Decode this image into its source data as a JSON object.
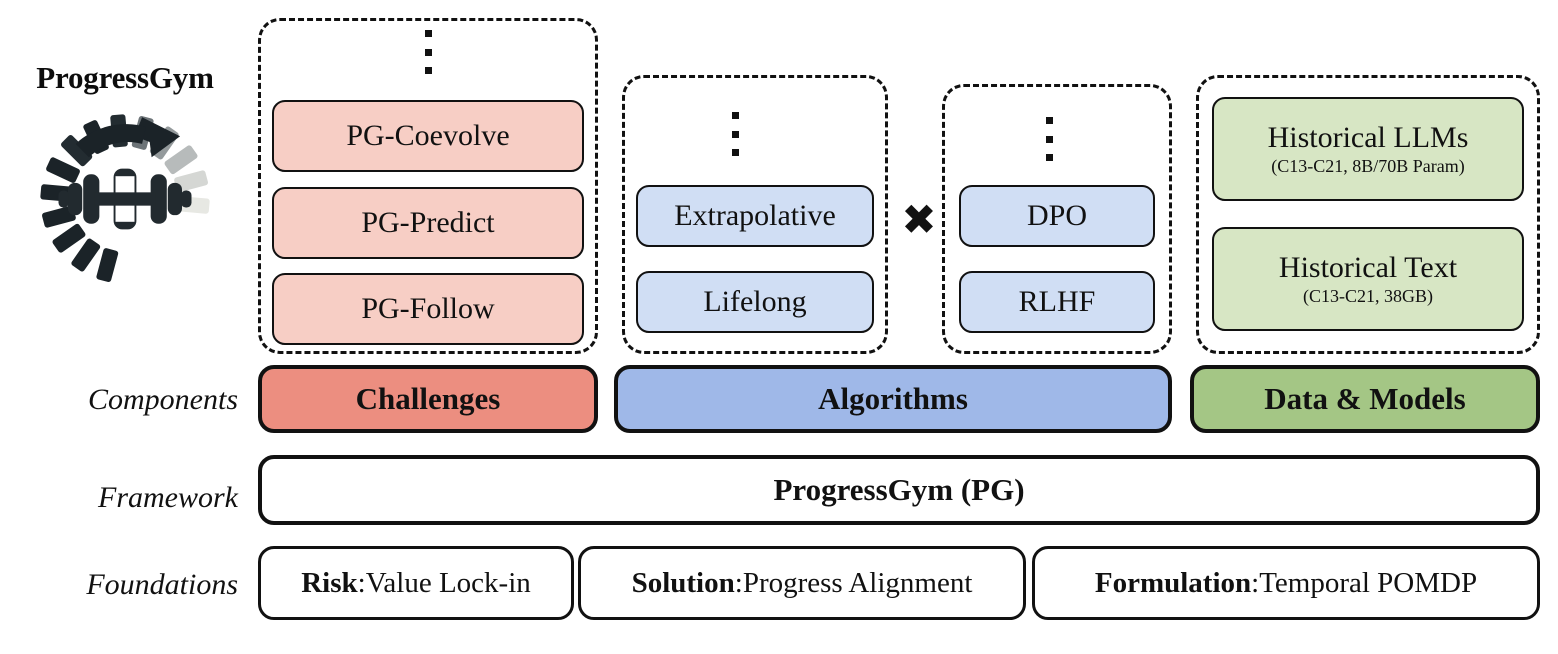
{
  "brand": {
    "title": "ProgressGym",
    "logo_icon": "progress-dumbbell-circular-arrow-logo"
  },
  "row_labels": {
    "components": "Components",
    "framework": "Framework",
    "foundations": "Foundations"
  },
  "symbols": {
    "cross": "✖",
    "ellipsis_icon": "vertical-ellipsis-icon"
  },
  "colors": {
    "challenges_accent": "#EC8E80",
    "algorithms_accent": "#9FB8E8",
    "data_accent": "#A4C685",
    "challenges_light": "#F7CEC5",
    "algorithms_light": "#D0DEF4",
    "data_light": "#D7E6C4",
    "outline": "#111111",
    "framework_fill": "#FFFFFF"
  },
  "groups": {
    "challenges": {
      "has_ellipsis": true,
      "items": [
        {
          "main": "PG-Coevolve",
          "sub": ""
        },
        {
          "main": "PG-Predict",
          "sub": ""
        },
        {
          "main": "PG-Follow",
          "sub": ""
        }
      ]
    },
    "algorithms_left": {
      "has_ellipsis": true,
      "items": [
        {
          "main": "Extrapolative",
          "sub": ""
        },
        {
          "main": "Lifelong",
          "sub": ""
        }
      ]
    },
    "algorithms_right": {
      "has_ellipsis": true,
      "items": [
        {
          "main": "DPO",
          "sub": ""
        },
        {
          "main": "RLHF",
          "sub": ""
        }
      ]
    },
    "data_models": {
      "has_ellipsis": false,
      "items": [
        {
          "main": "Historical LLMs",
          "sub": "(C13-C21, 8B/70B Param)"
        },
        {
          "main": "Historical Text",
          "sub": "(C13-C21, 38GB)"
        }
      ]
    }
  },
  "components": [
    {
      "label": "Challenges"
    },
    {
      "label": "Algorithms"
    },
    {
      "label": "Data & Models"
    }
  ],
  "framework": {
    "label": "ProgressGym (PG)"
  },
  "foundations": [
    {
      "key": "Risk",
      "sep": ": ",
      "value": "Value Lock-in"
    },
    {
      "key": "Solution",
      "sep": ": ",
      "value": "Progress Alignment"
    },
    {
      "key": "Formulation",
      "sep": ": ",
      "value": "Temporal POMDP"
    }
  ]
}
